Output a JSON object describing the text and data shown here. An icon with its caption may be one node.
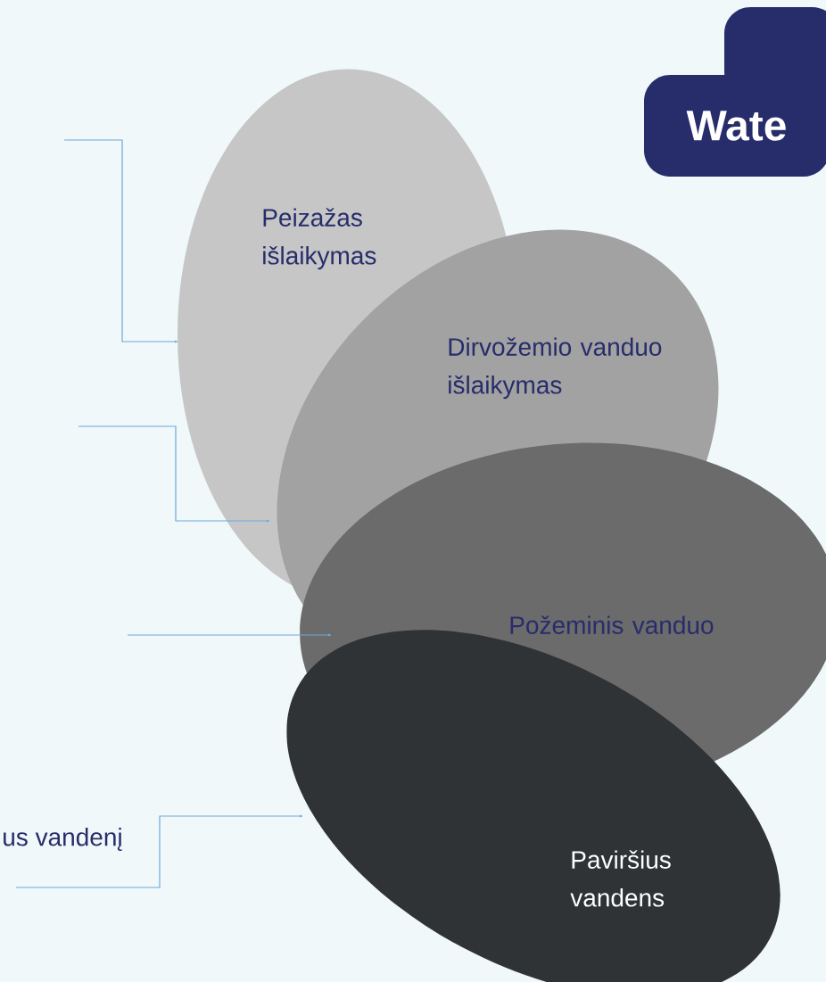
{
  "diagram": {
    "nodes": [
      {
        "text": [
          "Peizažas išlaikymas"
        ]
      },
      {
        "text": [
          "Dirvožemio vanduo išlaikymas"
        ]
      },
      {
        "text": [
          "Požeminis vanduo"
        ]
      },
      {
        "text": [
          "Paviršius vandens"
        ]
      },
      {
        "text": [
          "Wate"
        ]
      }
    ],
    "edges": [
      {
        "from": null,
        "to": 0,
        "arrow": "to"
      },
      {
        "from": null,
        "to": 1,
        "arrow": "to"
      },
      {
        "from": null,
        "to": 2,
        "arrow": "to"
      },
      {
        "from": null,
        "to": 3,
        "arrow": "to"
      }
    ],
    "labels": [
      "us vandenį"
    ]
  }
}
